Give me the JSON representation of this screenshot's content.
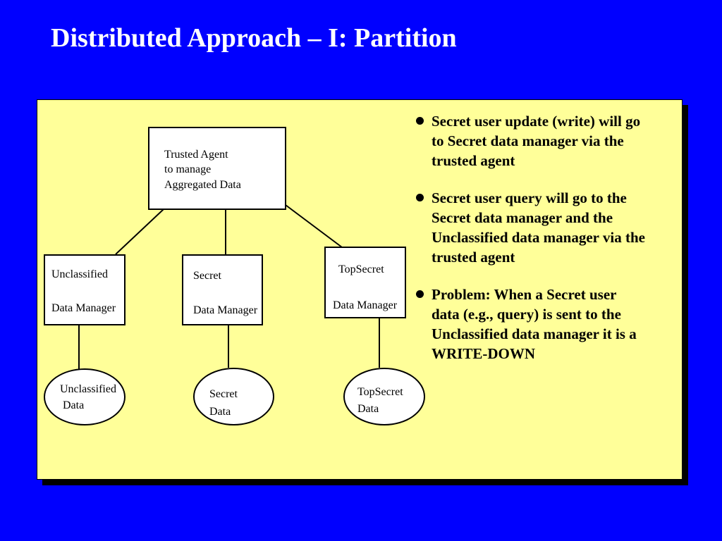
{
  "slide": {
    "title": "Distributed Approach – I: Partition"
  },
  "diagram": {
    "trusted_agent": {
      "line1": "Trusted Agent",
      "line2": "to manage",
      "line3": "Aggregated Data"
    },
    "managers": [
      {
        "line1": "Unclassified",
        "line2": "Data Manager"
      },
      {
        "line1": "Secret",
        "line2": "Data Manager"
      },
      {
        "line1": "TopSecret",
        "line2": "Data Manager"
      }
    ],
    "data_stores": [
      {
        "line1": "Unclassified",
        "line2": "Data"
      },
      {
        "line1": "Secret",
        "line2": "Data"
      },
      {
        "line1": "TopSecret",
        "line2": "Data"
      }
    ]
  },
  "bullets": [
    "Secret user update (write) will go to Secret data manager via the trusted agent",
    "Secret user query will go to the Secret data manager and the Unclassified data manager via the trusted agent",
    "Problem: When a Secret user data (e.g., query) is sent to the Unclassified data manager it is a WRITE-DOWN"
  ],
  "colors": {
    "background": "#0000ff",
    "panel": "#ffff99",
    "title_text": "#ffffff"
  }
}
